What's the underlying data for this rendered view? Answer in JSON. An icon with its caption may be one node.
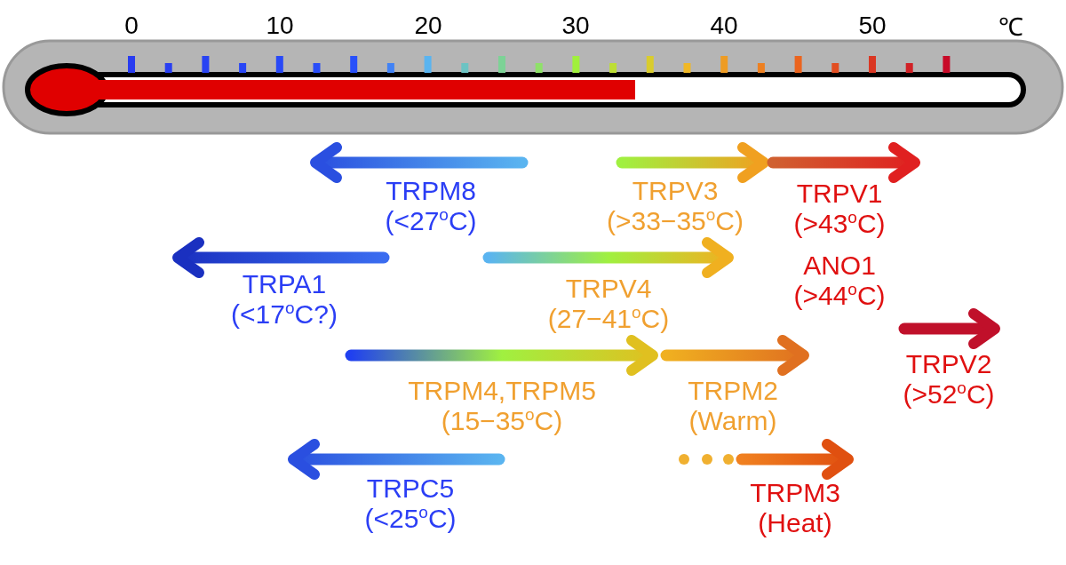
{
  "diagram": {
    "labels": [
      "0",
      "10",
      "20",
      "30",
      "40",
      "50",
      "℃",
      "TRPM8",
      "(<27$^{o}$C)",
      "TRPV3",
      "(>33−35$^{o}$C)",
      "TRPV1",
      "(>43$^{o}$C)",
      "TRPA1",
      "(<17$^{o}$C?)",
      "TRPV4",
      "(27−41$^{o}$C)",
      "ANO1",
      "(>44$^{o}$C)",
      "TRPM4,TRPM5",
      "(15−35$^{o}$C)",
      "TRPM2",
      "(Warm)",
      "TRPV2",
      "(>52$^{o}$C)",
      "TRPC5",
      "(<25$^{o}$C)",
      "TRPM3",
      "(Heat)"
    ]
  }
}
